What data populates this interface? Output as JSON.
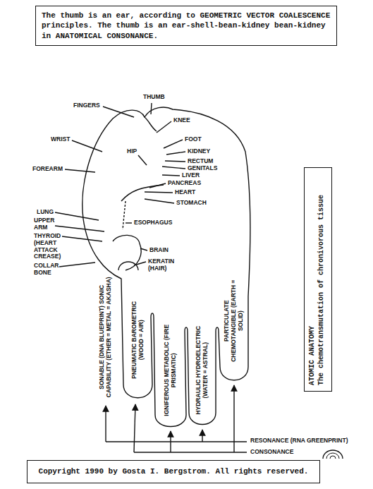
{
  "diagram": {
    "nodes": [
      {
        "text": [
          "The thumb is an ear, according to GEOMETRIC VECTOR COALESCENCE principles. The thumb is an ear-shell-bean-kidney bean-kidney in ANATOMICAL CONSONANCE."
        ]
      },
      {
        "text": [
          "ATOMIC ANATOMY",
          "The chemotransmutation of chronivorous tissue"
        ]
      },
      {
        "text": [
          "Copyright 1990 by Gosta I. Bergstrom. All rights reserved."
        ]
      }
    ],
    "edges": [],
    "labels": [
      "THUMB",
      "FINGERS",
      "KNEE",
      "WRIST",
      "FOOT",
      "HIP",
      "KIDNEY",
      "RECTUM",
      "GENITALS",
      "FOREARM",
      "LIVER",
      "PANCREAS",
      "HEART",
      "STOMACH",
      "LUNG",
      "UPPER ARM",
      "ESOPHAGUS",
      "THYROID (HEART ATTACK CREASE)",
      "BRAIN",
      "KERATIN (HAIR)",
      "COLLAR BONE",
      "SONABLE (DNA BLUEPRINT) SONIC CAPABILITY (ETHER = METAL = AKASHA)",
      "PNEUMATIC BAROMETRIC (WOOD = AIR)",
      "IGNIFEROUS METABOLIC (FIRE PRISMATIC)",
      "HYDRAULIC HYDROELECTRIC (WATER = ASTRAL)",
      "PARTICULATE CHEMOTANGIBLE (EARTH = SOLID)",
      "RESONANCE (RNA GREENPRINT)",
      "CONSONANCE"
    ]
  }
}
